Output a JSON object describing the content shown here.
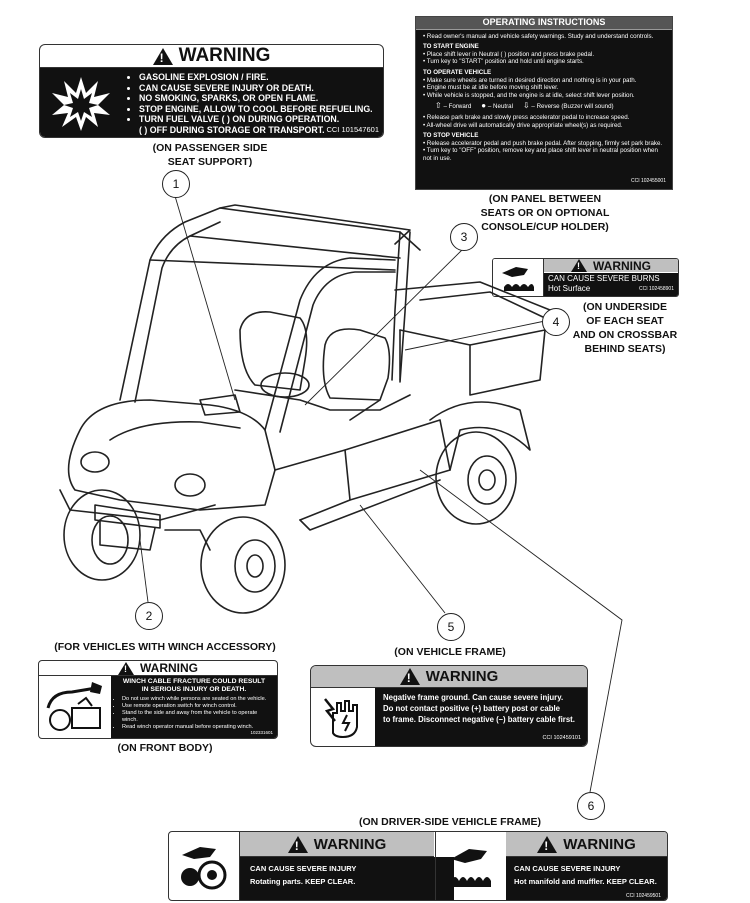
{
  "labels": {
    "fuel": {
      "heading": "WARNING",
      "lines": [
        "GASOLINE EXPLOSION / FIRE.",
        "CAN CAUSE SEVERE INJURY OR DEATH.",
        "NO SMOKING, SPARKS, OR OPEN FLAME.",
        "STOP ENGINE, ALLOW TO COOL BEFORE REFUELING.",
        "TURN FUEL VALVE (    ) ON DURING OPERATION.",
        "(    ) OFF DURING STORAGE OR TRANSPORT."
      ],
      "code": "CCI 101547601",
      "location": [
        "(ON PASSENGER SIDE",
        "SEAT SUPPORT)"
      ]
    },
    "operating": {
      "title": "OPERATING INSTRUCTIONS",
      "intro": "• Read owner's manual and vehicle safety warnings. Study and understand controls.",
      "start_heading": "TO START ENGINE",
      "start_lines": [
        "• Place shift lever in Neutral (    ) position and press brake pedal.",
        "• Turn key to \"START\" position and hold until engine starts."
      ],
      "operate_heading": "TO OPERATE VEHICLE",
      "operate_lines": [
        "• Make sure wheels are turned in desired direction and nothing is in your path.",
        "• Engine must be at idle before moving shift lever.",
        "• While vehicle is stopped, and the engine is at idle, select shift lever position."
      ],
      "shift_forward": "– Forward",
      "shift_neutral": "– Neutral",
      "shift_reverse": "– Reverse (Buzzer will sound)",
      "operate_lines_2": [
        "• Release park brake and slowly press accelerator pedal to increase speed.",
        "• All-wheel drive will automatically drive appropriate wheel(s) as required."
      ],
      "stop_heading": "TO STOP VEHICLE",
      "stop_lines": [
        "• Release accelerator pedal and push brake pedal. After stopping, firmly set park brake.",
        "• Turn key to \"OFF\" position, remove key and place shift lever in neutral position when not in use."
      ],
      "code": "CCI 102455001",
      "location": [
        "(ON PANEL BETWEEN",
        "SEATS OR ON OPTIONAL",
        "CONSOLE/CUP HOLDER)"
      ]
    },
    "burns": {
      "heading": "WARNING",
      "line1": "CAN CAUSE SEVERE BURNS",
      "line2": "Hot Surface",
      "code": "CCI 102458901",
      "location": [
        "(ON UNDERSIDE",
        "OF EACH SEAT",
        "AND ON CROSSBAR",
        "BEHIND SEATS)"
      ]
    },
    "winch": {
      "heading": "WARNING",
      "title_lines": [
        "WINCH CABLE FRACTURE COULD RESULT",
        "IN SERIOUS INJURY OR DEATH."
      ],
      "lines": [
        "Do not use winch while persons are seated on the vehicle.",
        "Use remote operation switch for winch control.",
        "Stand to the side and away from the vehicle to operate winch.",
        "Read winch operator manual before operating winch."
      ],
      "code": "102331601",
      "top_location": "(FOR VEHICLES WITH WINCH ACCESSORY)",
      "location": "(ON FRONT BODY)"
    },
    "frame": {
      "heading": "WARNING",
      "lines": [
        "Negative frame ground.  Can cause severe injury.",
        "Do not contact positive (+) battery post or cable",
        "to frame. Disconnect negative (–) battery cable first."
      ],
      "code": "CCI 102459101",
      "location": "(ON VEHICLE FRAME)"
    },
    "driver_frame": {
      "location": "(ON DRIVER-SIDE VEHICLE FRAME)",
      "left": {
        "heading": "WARNING",
        "line1": "CAN CAUSE SEVERE INJURY",
        "line2": "Rotating parts. KEEP CLEAR."
      },
      "right": {
        "heading": "WARNING",
        "line1": "CAN CAUSE SEVERE INJURY",
        "line2": "Hot manifold and muffler. KEEP CLEAR."
      },
      "code": "CCI 102459501"
    }
  },
  "callouts": [
    "1",
    "2",
    "3",
    "4",
    "5",
    "6"
  ]
}
